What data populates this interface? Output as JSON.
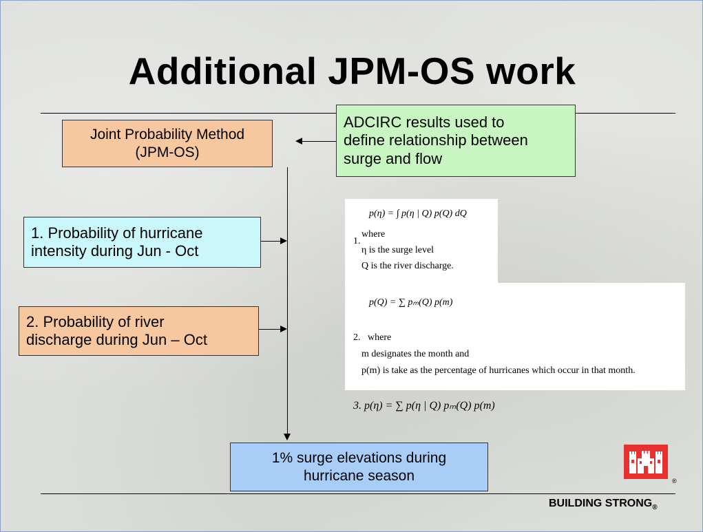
{
  "slide": {
    "title": "Additional JPM-OS work",
    "boxes": {
      "jpm_line1": "Joint Probability Method",
      "jpm_line2": "(JPM-OS)",
      "adcirc_line1": "ADCIRC  results used to",
      "adcirc_line2": "define relationship between",
      "adcirc_line3": "surge and flow",
      "hurricane_line1": "1. Probability of hurricane",
      "hurricane_line2": "intensity during Jun - Oct",
      "river_line1": "2. Probability of river",
      "river_line2": "discharge during Jun – Oct",
      "surge_line1": "1% surge elevations during",
      "surge_line2": "hurricane season"
    },
    "equations": {
      "eq1_lhs": "p(η) = ∫ p(η | Q) p(Q) dQ",
      "num1": "1.",
      "where1": "where",
      "eta_def": "η is the surge level",
      "q_def": "Q is the river discharge.",
      "eq2": "p(Q) = ∑ pₘ(Q) p(m)",
      "num2": "2.",
      "where2": "where",
      "m_def": "m designates the month and",
      "pm_def": "p(m) is take as the percentage of hurricanes which occur in that month.",
      "eq3": "3.   p(η) = ∑ p(η | Q) pₘ(Q) p(m)"
    },
    "footer": "BUILDING STRONG",
    "footer_mark": "®",
    "logo_mark": "®"
  }
}
